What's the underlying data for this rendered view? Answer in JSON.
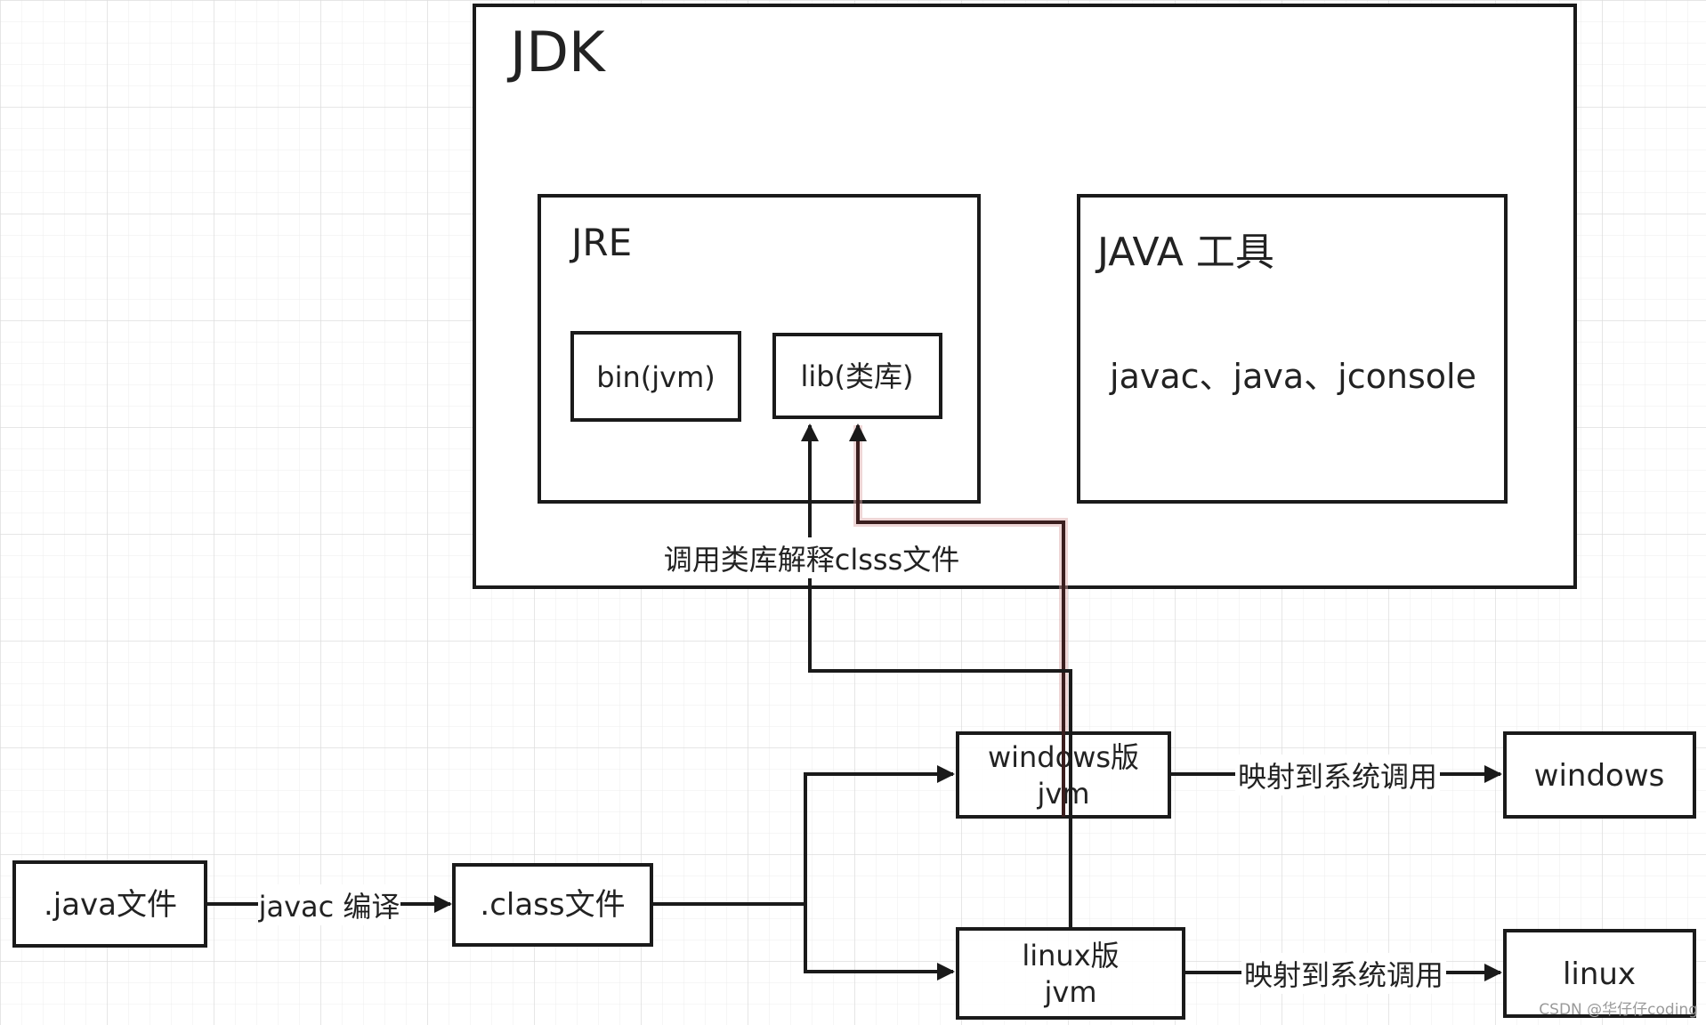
{
  "nodes": {
    "jdk": "JDK",
    "jre": "JRE",
    "bin": "bin(jvm)",
    "lib": "lib(类库)",
    "java_tools": "JAVA 工具",
    "java_tools_list": "javac、java、jconsole",
    "java_file": ".java文件",
    "class_file": ".class文件",
    "windows_jvm_line1": "windows版",
    "windows_jvm_line2": "jvm",
    "linux_jvm_line1": "linux版",
    "linux_jvm_line2": "jvm",
    "windows": "windows",
    "linux": "linux"
  },
  "edges": {
    "compile": "javac 编译",
    "call_lib": "调用类库解释clsss文件",
    "map_windows": "映射到系统调用",
    "map_linux": "映射到系统调用"
  },
  "watermark": "CSDN @华仔仔coding",
  "colors": {
    "stroke": "#1a1a1a",
    "highlight": "#d9a5a5",
    "grid": "#e6e6e6"
  }
}
